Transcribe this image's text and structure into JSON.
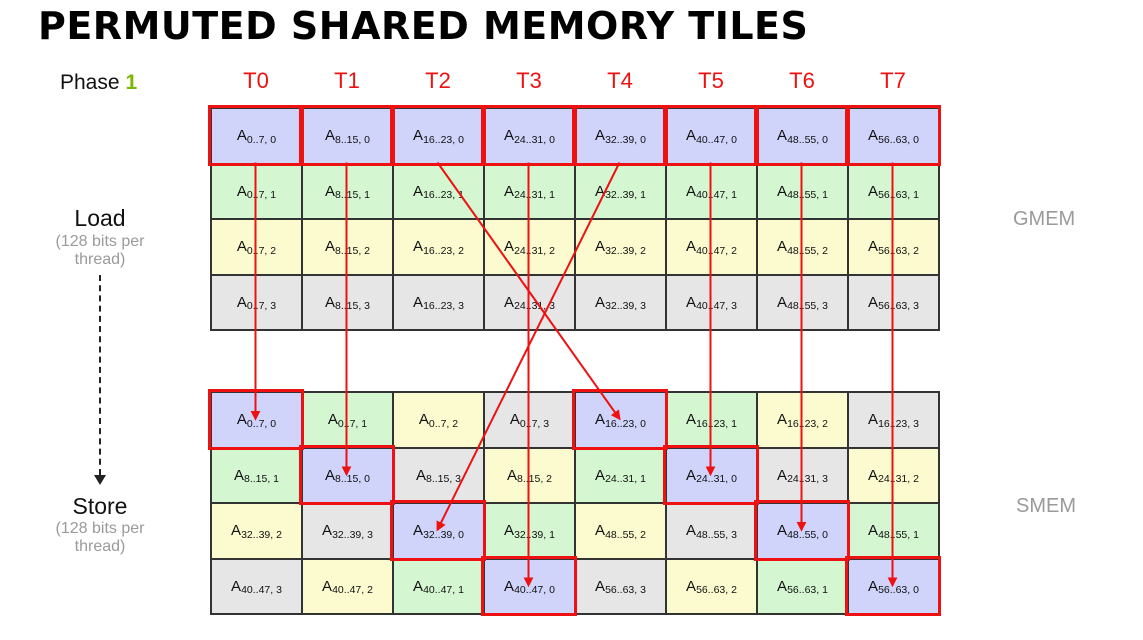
{
  "title": "PERMUTED SHARED MEMORY TILES",
  "phase": {
    "label": "Phase",
    "number": "1"
  },
  "threads": [
    "T0",
    "T1",
    "T2",
    "T3",
    "T4",
    "T5",
    "T6",
    "T7"
  ],
  "load": {
    "label": "Load",
    "sub": "(128 bits per thread)"
  },
  "store": {
    "label": "Store",
    "sub": "(128 bits per thread)"
  },
  "gmem_label": "GMEM",
  "smem_label": "SMEM",
  "colors": {
    "row0": "#d0d4fb",
    "row1": "#d4f6d0",
    "row2": "#fbfbcf",
    "row3": "#e6e6e6",
    "highlight": "#ee1111"
  },
  "gmem_rows": [
    [
      {
        "base": "A",
        "sub": "0..7, 0"
      },
      {
        "base": "A",
        "sub": "8..15, 0"
      },
      {
        "base": "A",
        "sub": "16..23, 0"
      },
      {
        "base": "A",
        "sub": "24..31, 0"
      },
      {
        "base": "A",
        "sub": "32..39, 0"
      },
      {
        "base": "A",
        "sub": "40..47, 0"
      },
      {
        "base": "A",
        "sub": "48..55, 0"
      },
      {
        "base": "A",
        "sub": "56..63, 0"
      }
    ],
    [
      {
        "base": "A",
        "sub": "0..7, 1"
      },
      {
        "base": "A",
        "sub": "8..15, 1"
      },
      {
        "base": "A",
        "sub": "16..23, 1"
      },
      {
        "base": "A",
        "sub": "24..31, 1"
      },
      {
        "base": "A",
        "sub": "32..39, 1"
      },
      {
        "base": "A",
        "sub": "40..47, 1"
      },
      {
        "base": "A",
        "sub": "48..55, 1"
      },
      {
        "base": "A",
        "sub": "56..63, 1"
      }
    ],
    [
      {
        "base": "A",
        "sub": "0..7, 2"
      },
      {
        "base": "A",
        "sub": "8..15, 2"
      },
      {
        "base": "A",
        "sub": "16..23, 2"
      },
      {
        "base": "A",
        "sub": "24..31, 2"
      },
      {
        "base": "A",
        "sub": "32..39, 2"
      },
      {
        "base": "A",
        "sub": "40..47, 2"
      },
      {
        "base": "A",
        "sub": "48..55, 2"
      },
      {
        "base": "A",
        "sub": "56..63, 2"
      }
    ],
    [
      {
        "base": "A",
        "sub": "0..7, 3"
      },
      {
        "base": "A",
        "sub": "8..15, 3"
      },
      {
        "base": "A",
        "sub": "16..23, 3"
      },
      {
        "base": "A",
        "sub": "24..31, 3"
      },
      {
        "base": "A",
        "sub": "32..39, 3"
      },
      {
        "base": "A",
        "sub": "40..47, 3"
      },
      {
        "base": "A",
        "sub": "48..55, 3"
      },
      {
        "base": "A",
        "sub": "56..63, 3"
      }
    ]
  ],
  "smem_rows": [
    [
      {
        "base": "A",
        "sub": "0..7, 0",
        "k": 0
      },
      {
        "base": "A",
        "sub": "0..7, 1",
        "k": 1
      },
      {
        "base": "A",
        "sub": "0..7, 2",
        "k": 2
      },
      {
        "base": "A",
        "sub": "0..7, 3",
        "k": 3
      },
      {
        "base": "A",
        "sub": "16..23, 0",
        "k": 0
      },
      {
        "base": "A",
        "sub": "16..23, 1",
        "k": 1
      },
      {
        "base": "A",
        "sub": "16..23, 2",
        "k": 2
      },
      {
        "base": "A",
        "sub": "16..23, 3",
        "k": 3
      }
    ],
    [
      {
        "base": "A",
        "sub": "8..15, 1",
        "k": 1
      },
      {
        "base": "A",
        "sub": "8..15, 0",
        "k": 0
      },
      {
        "base": "A",
        "sub": "8..15, 3",
        "k": 3
      },
      {
        "base": "A",
        "sub": "8..15, 2",
        "k": 2
      },
      {
        "base": "A",
        "sub": "24..31, 1",
        "k": 1
      },
      {
        "base": "A",
        "sub": "24..31, 0",
        "k": 0
      },
      {
        "base": "A",
        "sub": "24..31, 3",
        "k": 3
      },
      {
        "base": "A",
        "sub": "24..31, 2",
        "k": 2
      }
    ],
    [
      {
        "base": "A",
        "sub": "32..39, 2",
        "k": 2
      },
      {
        "base": "A",
        "sub": "32..39, 3",
        "k": 3
      },
      {
        "base": "A",
        "sub": "32..39, 0",
        "k": 0
      },
      {
        "base": "A",
        "sub": "32..39, 1",
        "k": 1
      },
      {
        "base": "A",
        "sub": "48..55, 2",
        "k": 2
      },
      {
        "base": "A",
        "sub": "48..55, 3",
        "k": 3
      },
      {
        "base": "A",
        "sub": "48..55, 0",
        "k": 0
      },
      {
        "base": "A",
        "sub": "48..55, 1",
        "k": 1
      }
    ],
    [
      {
        "base": "A",
        "sub": "40..47, 3",
        "k": 3
      },
      {
        "base": "A",
        "sub": "40..47, 2",
        "k": 2
      },
      {
        "base": "A",
        "sub": "40..47, 1",
        "k": 1
      },
      {
        "base": "A",
        "sub": "40..47, 0",
        "k": 0
      },
      {
        "base": "A",
        "sub": "56..63, 3",
        "k": 3
      },
      {
        "base": "A",
        "sub": "56..63, 2",
        "k": 2
      },
      {
        "base": "A",
        "sub": "56..63, 1",
        "k": 1
      },
      {
        "base": "A",
        "sub": "56..63, 0",
        "k": 0
      }
    ]
  ],
  "smem_highlight": [
    [
      0,
      0
    ],
    [
      1,
      1
    ],
    [
      2,
      2
    ],
    [
      3,
      3
    ],
    [
      0,
      4
    ],
    [
      1,
      5
    ],
    [
      2,
      6
    ],
    [
      3,
      7
    ]
  ],
  "arrows": [
    {
      "from": 0,
      "to": [
        0,
        0
      ]
    },
    {
      "from": 1,
      "to": [
        1,
        1
      ]
    },
    {
      "from": 2,
      "to": [
        0,
        4
      ]
    },
    {
      "from": 3,
      "to": [
        3,
        3
      ]
    },
    {
      "from": 4,
      "to": [
        2,
        2
      ]
    },
    {
      "from": 5,
      "to": [
        1,
        5
      ]
    },
    {
      "from": 6,
      "to": [
        2,
        6
      ]
    },
    {
      "from": 7,
      "to": [
        3,
        7
      ]
    }
  ]
}
